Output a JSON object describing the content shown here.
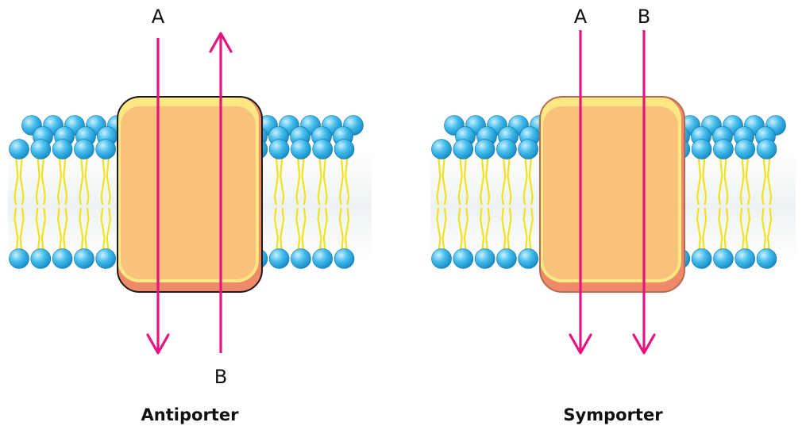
{
  "panels": [
    {
      "title": "Antiporter",
      "molecules": [
        {
          "label": "A",
          "direction": "down"
        },
        {
          "label": "B",
          "direction": "up"
        }
      ]
    },
    {
      "title": "Symporter",
      "molecules": [
        {
          "label": "A",
          "direction": "down"
        },
        {
          "label": "B",
          "direction": "down"
        }
      ]
    }
  ],
  "colors": {
    "arrow": "#e5147f",
    "head_group": "#2aa8df",
    "tail": "#f2e21a",
    "protein": "#f9c27c",
    "protein_top": "#fde883",
    "protein_bottom": "#ee8a6a",
    "protein_outline_antiporter": "#1a1a1a",
    "protein_outline_symporter": "#b56a55"
  }
}
